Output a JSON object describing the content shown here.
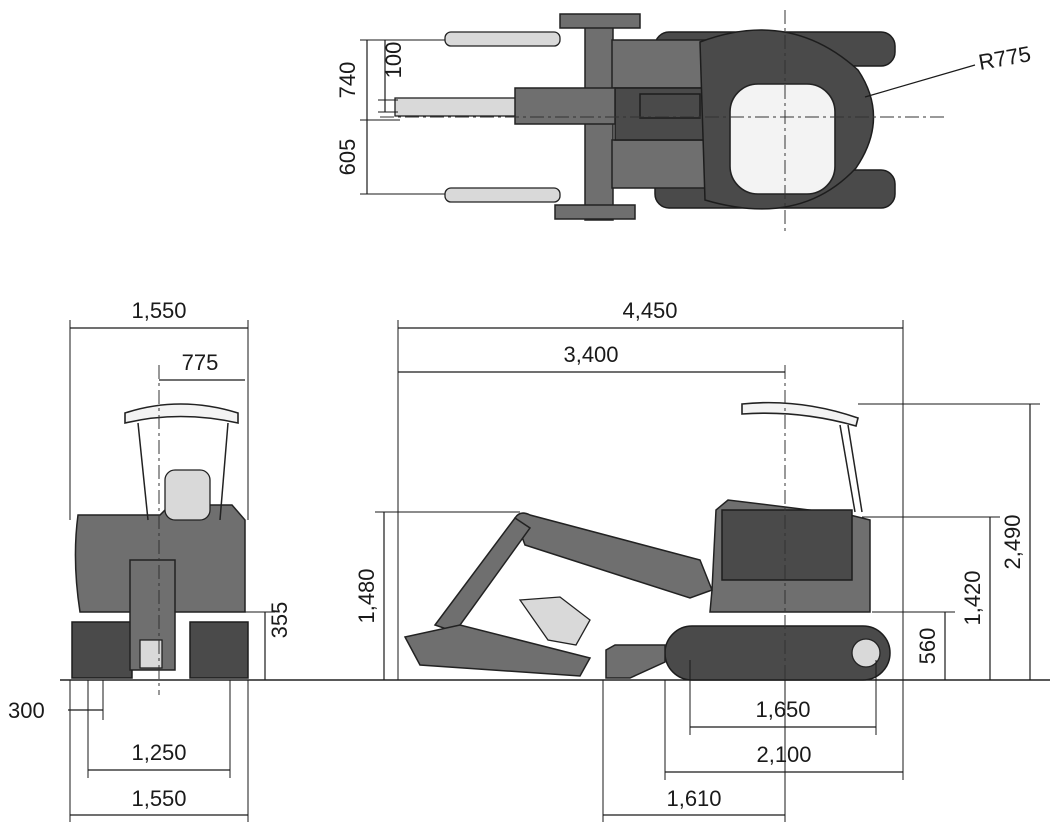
{
  "views": {
    "top": {
      "dimensions": {
        "offset_left": "740",
        "offset_center": "100",
        "offset_right": "605",
        "tail_radius": "R775"
      }
    },
    "front": {
      "dimensions": {
        "overall_width_top": "1,550",
        "half_width": "775",
        "ground_clearance": "355",
        "shoe_width": "300",
        "track_gauge": "1,250",
        "overall_width_bottom": "1,550"
      }
    },
    "side": {
      "dimensions": {
        "overall_length": "4,450",
        "front_to_center": "3,400",
        "canopy_height": "2,490",
        "engine_hood_height": "1,420",
        "boom_height": "1,480",
        "counterweight_clearance": "560",
        "tumbler_distance": "1,650",
        "crawler_length": "2,100",
        "blade_distance": "1,610"
      }
    }
  }
}
